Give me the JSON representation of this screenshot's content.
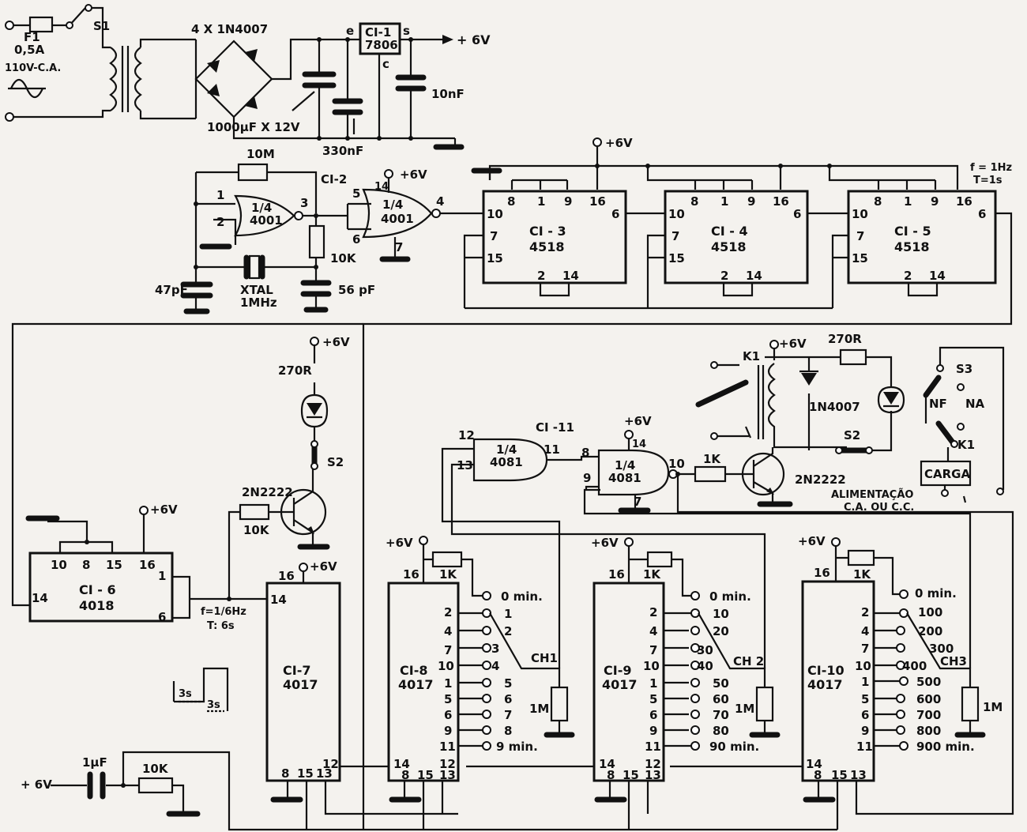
{
  "labels": {
    "f1": "F1",
    "f1_rating": "0,5A",
    "mains": "110V-C.A.",
    "s1": "S1",
    "bridge": "4 X 1N4007",
    "reg_e": "e",
    "reg_s": "s",
    "reg_c": "c",
    "ci1": "CI-1",
    "ci1_part": "7806",
    "out_6v": "+ 6V",
    "c_10nf": "10nF",
    "c_1000uf": "1000µF X 12V",
    "c_330nf": "330nF",
    "vcc": "+6V",
    "vcc_ci2": "+6V",
    "r_10m": "10M",
    "ci2": "CI-2",
    "gate_frac": "1/4",
    "nor_part": "4001",
    "and_part": "4081",
    "r_10k": "10K",
    "c_47pf": "47pF",
    "xtal": "XTAL",
    "xtal_f": "1MHz",
    "c_56pf": "56 pF",
    "f_1hz": "f = 1Hz",
    "t_1s": "T=1s",
    "r_270r": "270R",
    "s2": "S2",
    "q_2n2222": "2N2222",
    "f_6hz": "f=1/6Hz",
    "t_6s": "T: 6s",
    "t_3s": "3s",
    "r_1k": "1K",
    "r_1m": "1M",
    "ch1": "CH1",
    "ch2": "CH 2",
    "ch3": "CH3",
    "ci11": "CI -11",
    "d_1n4007": "1N4007",
    "k1": "K1",
    "s3": "S3",
    "nf": "NF",
    "na": "NA",
    "carga": "CARGA",
    "alim": "ALIMENTAÇÃO",
    "alim2": "C.A. OU C.C.",
    "vcc_reset": "+ 6V",
    "c_1uf": "1µF"
  },
  "pins": {
    "p1": "1",
    "p2": "2",
    "p3": "3",
    "p4": "4",
    "p5": "5",
    "p6": "6",
    "p7": "7",
    "p14": "14",
    "and_8": "8",
    "and_9": "9",
    "and_10": "10",
    "and_11": "11",
    "and_12": "12",
    "and_13": "13"
  },
  "chips": {
    "ci3": {
      "name": "CI - 3",
      "part": "4518"
    },
    "ci4": {
      "name": "CI - 4",
      "part": "4518"
    },
    "ci5": {
      "name": "CI - 5",
      "part": "4518"
    },
    "ci6": {
      "name": "CI - 6",
      "part": "4018"
    },
    "ci7": {
      "name": "CI-7",
      "part": "4017"
    },
    "ci8": {
      "name": "CI-8",
      "part": "4017"
    },
    "ci9": {
      "name": "CI-9",
      "part": "4017"
    },
    "ci10": {
      "name": "CI-10",
      "part": "4017"
    }
  },
  "ch1": [
    "0 min.",
    "1",
    "2",
    "3",
    "4",
    "5",
    "6",
    "7",
    "8",
    "9 min."
  ],
  "ch2": [
    "0 min.",
    "10",
    "20",
    "30",
    "40",
    "50",
    "60",
    "70",
    "80",
    "90 min."
  ],
  "ch3": [
    "0 min.",
    "100",
    "200",
    "300",
    "400",
    "500",
    "600",
    "700",
    "800",
    "900 min."
  ]
}
